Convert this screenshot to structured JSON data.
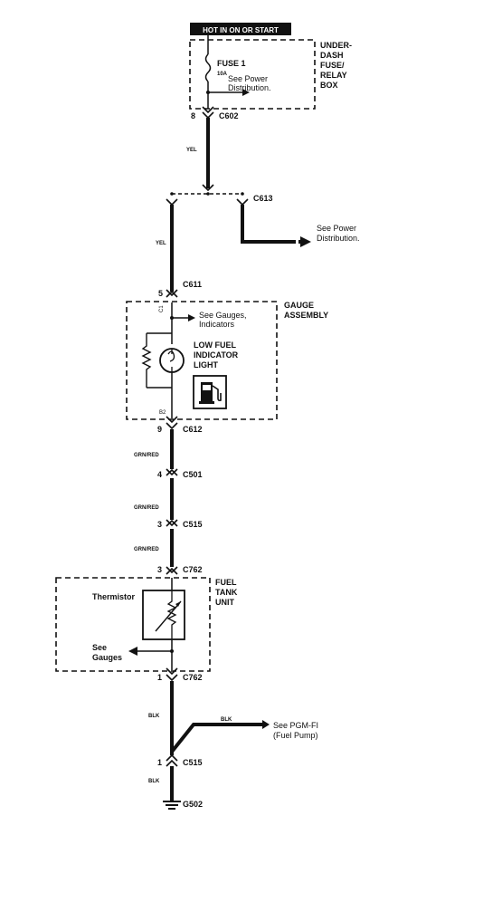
{
  "header": {
    "hot_label": "HOT IN ON OR START"
  },
  "fuse_box": {
    "fuse_name": "FUSE 1",
    "fuse_rating": "10A",
    "see_power_1": "See Power",
    "see_power_2": "Distribution.",
    "box_l1": "UNDER-",
    "box_l2": "DASH",
    "box_l3": "FUSE/",
    "box_l4": "RELAY",
    "box_l5": "BOX"
  },
  "connectors": {
    "c602_pin": "8",
    "c602": "C602",
    "c613": "C613",
    "c611_pin": "5",
    "c611": "C611",
    "c612_pin": "9",
    "c612": "C612",
    "c501_pin": "4",
    "c501": "C501",
    "c515a_pin": "3",
    "c515a": "C515",
    "c762a_pin": "3",
    "c762a": "C762",
    "c762b_pin": "1",
    "c762b": "C762",
    "c515b_pin": "1",
    "c515b": "C515",
    "g502": "G502"
  },
  "wires": {
    "yel_1": "YEL",
    "yel_2": "YEL",
    "grn_red_1": "GRN/RED",
    "grn_red_2": "GRN/RED",
    "grn_red_3": "GRN/RED",
    "blk_1": "BLK",
    "blk_2": "BLK",
    "blk_3": "BLK"
  },
  "power_dist": {
    "l1": "See Power",
    "l2": "Distribution."
  },
  "gauge_assembly": {
    "title_1": "GAUGE",
    "title_2": "ASSEMBLY",
    "pin_top": "C1",
    "pin_bottom": "B2",
    "see_gauges_1": "See Gauges,",
    "see_gauges_2": "Indicators",
    "low_fuel_1": "LOW FUEL",
    "low_fuel_2": "INDICATOR",
    "low_fuel_3": "LIGHT"
  },
  "fuel_tank": {
    "title_1": "FUEL",
    "title_2": "TANK",
    "title_3": "UNIT",
    "thermistor": "Thermistor",
    "see_1": "See",
    "see_2": "Gauges"
  },
  "pgm_fi": {
    "l1": "See PGM-FI",
    "l2": "(Fuel Pump)"
  }
}
